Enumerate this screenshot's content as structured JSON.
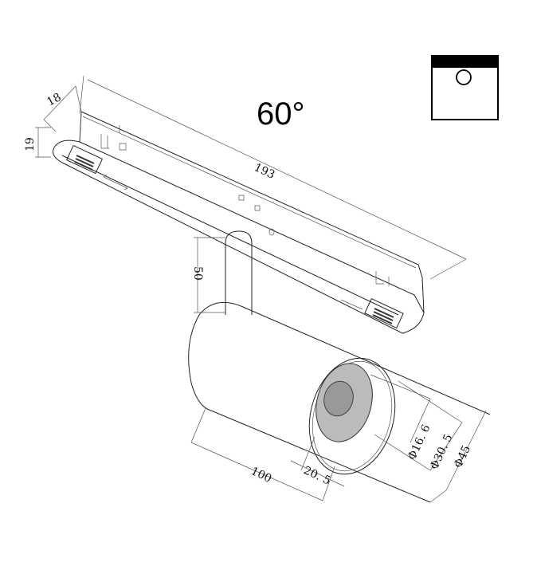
{
  "title": "60°",
  "dimensions": {
    "length": "193",
    "width": "18",
    "height": "19",
    "stem": "50",
    "body_length": "100",
    "recess": "20. 5",
    "dia_inner": "Φ16. 6",
    "dia_mid": "Φ30. 5",
    "dia_outer": "Φ45"
  },
  "colors": {
    "line": "#222222",
    "icon": "#000000"
  }
}
